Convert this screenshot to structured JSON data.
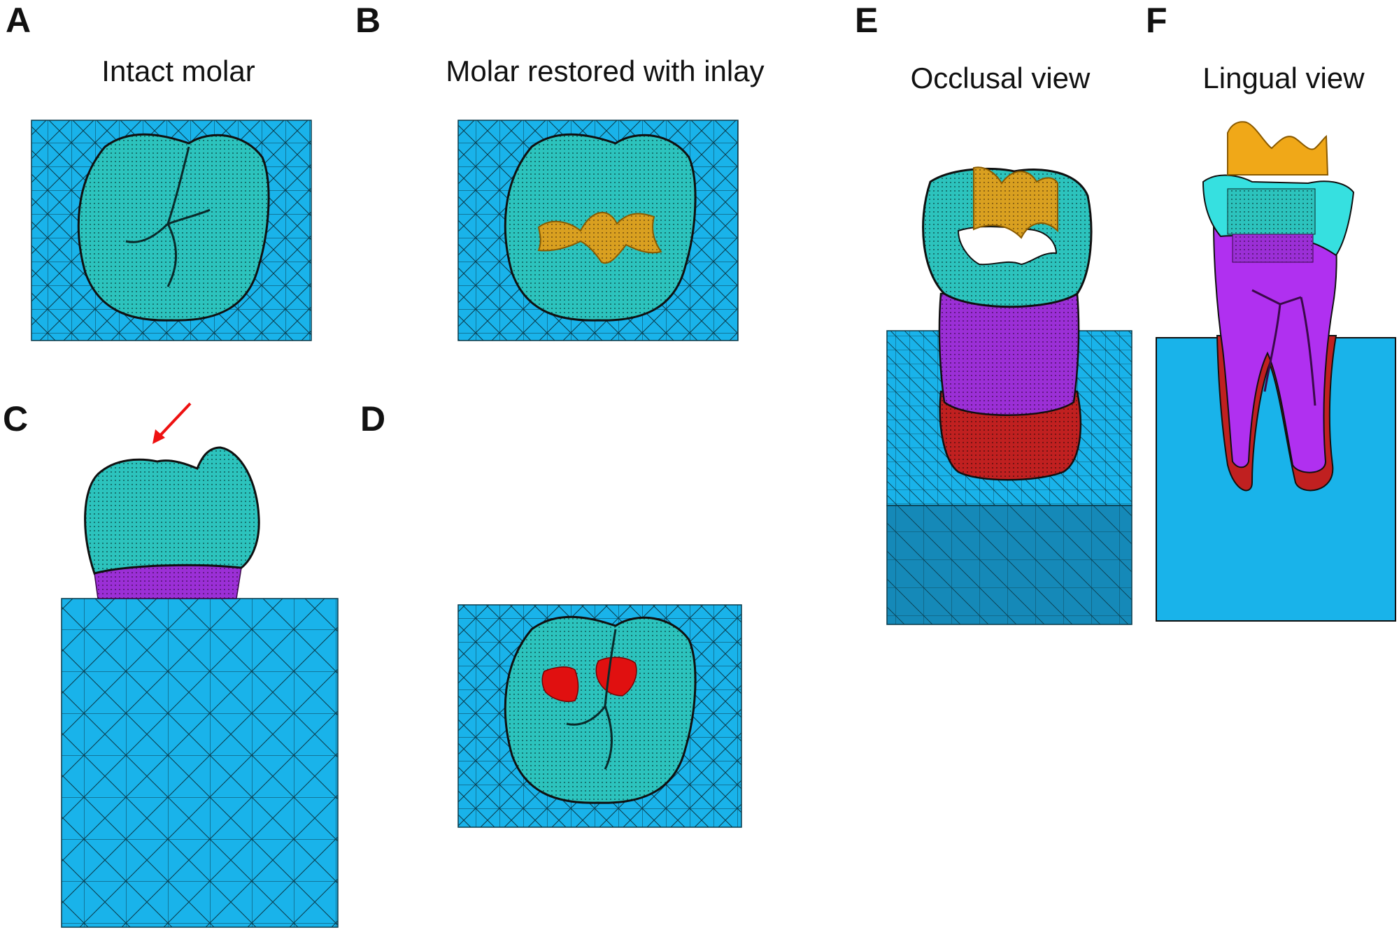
{
  "figure": {
    "panels": [
      {
        "letter": "A",
        "title": "Intact molar"
      },
      {
        "letter": "B",
        "title": "Molar restored with inlay"
      },
      {
        "letter": "C",
        "title": ""
      },
      {
        "letter": "D",
        "title": ""
      },
      {
        "letter": "E",
        "title": "Occlusal view"
      },
      {
        "letter": "F",
        "title": "Lingual view"
      }
    ]
  },
  "colors": {
    "mesh_base": "#19b3ea",
    "mesh_base_dark": "#1589b8",
    "enamel": "#2cc3bd",
    "enamel_light": "#36e0e0",
    "inlay": "#f0a818",
    "dentin": "#9b2fd6",
    "dentin_bright": "#b030f0",
    "root_red": "#c02020",
    "contact_red": "#e01010",
    "arrow_red": "#ee1111",
    "mesh_line": "#0a3a4a",
    "outline": "#101010"
  },
  "icons": {
    "arrow": "red-arrow-icon"
  }
}
